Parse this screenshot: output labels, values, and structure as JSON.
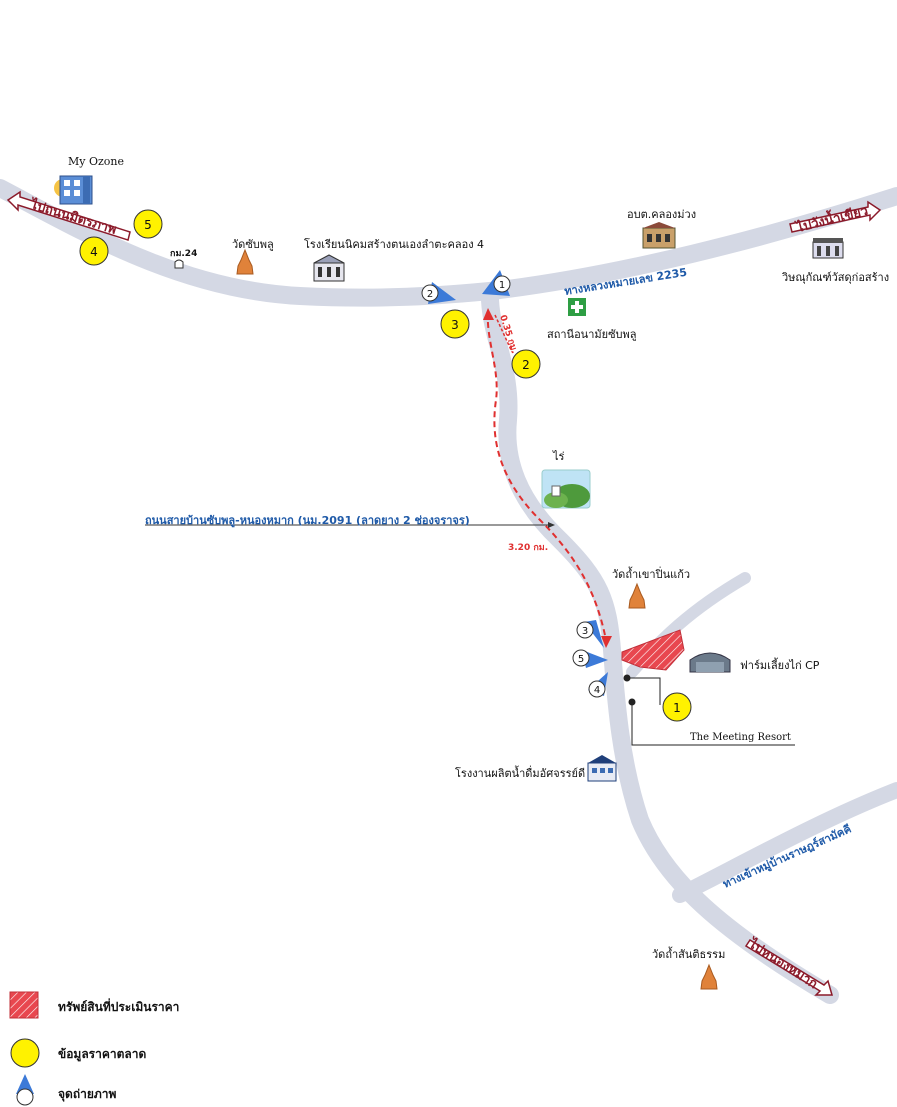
{
  "places": {
    "my_ozone": "My Ozone",
    "wat_sub_phlu": "วัดซับพลู",
    "school": "โรงเรียนนิคมสร้างตนเองลำตะคลอง 4",
    "obt": "อบต.คลองม่วง",
    "college": "วิษณุกัณฑ์วัสดุก่อสร้าง",
    "health": "สถานีอนามัยซับพลู",
    "farm_rai": "ไร่",
    "wat_tham_khao": "วัดถ้ำเขาปิ่นแก้ว",
    "cp_farm": "ฟาร์มเลี้ยงไก่ CP",
    "meeting_resort": "The Meeting Resort",
    "water_factory": "โรงงานผลิตน้ำดื่มอัศจรรย์ดี",
    "wat_tham_santi": "วัดถ้ำสันติธรรม",
    "km24": "กม.24"
  },
  "roads": {
    "to_mittraphap": "ไปถนนมิตรภาพ",
    "to_wang_nam_khiao": "ไปวังน้ำเขียว",
    "highway_2235": "ทางหลวงหมายเลข 2235",
    "main_road": "ถนนสายบ้านซับพลู-หนองหมาก (นม.2091 (ลาดยาง 2 ช่องจราจร)",
    "to_village": "ทางเข้าหมู่บ้านราษฎร์สามัคคี",
    "to_nong_mak": "ไปหนองหมาก"
  },
  "distances": {
    "d1": "0.35 กม.",
    "d2": "3.20 กม."
  },
  "market_points": [
    "1",
    "2",
    "3",
    "4",
    "5"
  ],
  "photo_points": [
    "1",
    "2",
    "3",
    "4",
    "5"
  ],
  "legend": {
    "property": "ทรัพย์สินที่ประเมินราคา",
    "market": "ข้อมูลราคาตลาด",
    "photo": "จุดถ่ายภาพ"
  },
  "colors": {
    "road": "#d4d8e4",
    "road_edge": "#bfc5d6",
    "market_circle": "#fff200",
    "property": "#e8474f",
    "arrow_text": "#8b1a2a",
    "route": "#e03030",
    "road_label": "#1f5aa8"
  }
}
